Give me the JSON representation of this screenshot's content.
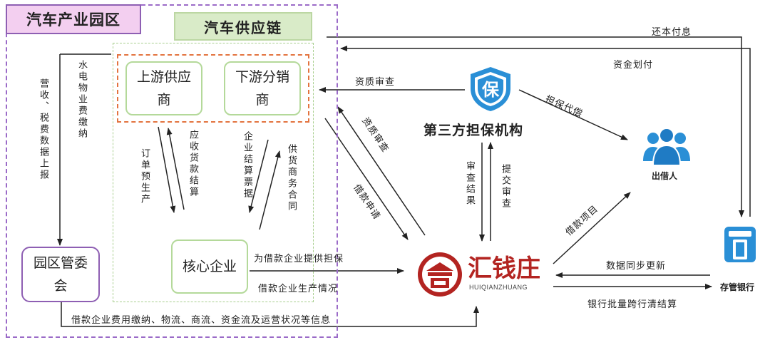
{
  "park": {
    "title": "汽车产业园区"
  },
  "chain": {
    "title": "汽车供应链"
  },
  "nodes": {
    "upstream": "上游供应商",
    "downstream": "下游分销商",
    "core": "核心企业",
    "park_committee": "园区管委会",
    "guarantor": "第三方担保机构",
    "lender": "出借人",
    "bank": "存管银行",
    "platform_name": "汇钱庄",
    "platform_sub": "HUIQIANZHUANG"
  },
  "labels": {
    "tax_report": "营收、税费数据上报",
    "utility_fees": "水电物业费缴纳",
    "order_production": "订单预生产",
    "receivables": "应收货款结算",
    "bill_settlement": "企业结算票据",
    "supplier_contract": "供货商务合同",
    "core_guarantee": "为借款企业提供担保",
    "production_status": "借款企业生产情况",
    "fee_info": "借款企业费用缴纳、物流、商流、资金流及运营状况等信息",
    "repay": "还本付息",
    "fund_transfer": "资金划付",
    "qualification_review_left": "资质审查",
    "qualification_review_diag": "资质审查",
    "loan_apply": "借款申请",
    "guarantee_comp": "担保代偿",
    "review_result": "审查结果",
    "submit_review": "提交审查",
    "loan_project": "借款项目",
    "data_sync": "数据同步更新",
    "bank_clearing": "银行批量跨行清结算"
  },
  "colors": {
    "park_border": "#9b6bc8",
    "park_fill": "#f3cff0",
    "chain_fill": "#d9ebc8",
    "chain_border": "#a9cf8f",
    "red_dash": "#e3733f",
    "brand_red": "#b32421",
    "blue": "#2a8fd6"
  },
  "icons": [
    "shield-icon",
    "lender-people-icon",
    "bank-card-icon",
    "platform-logo-icon"
  ]
}
